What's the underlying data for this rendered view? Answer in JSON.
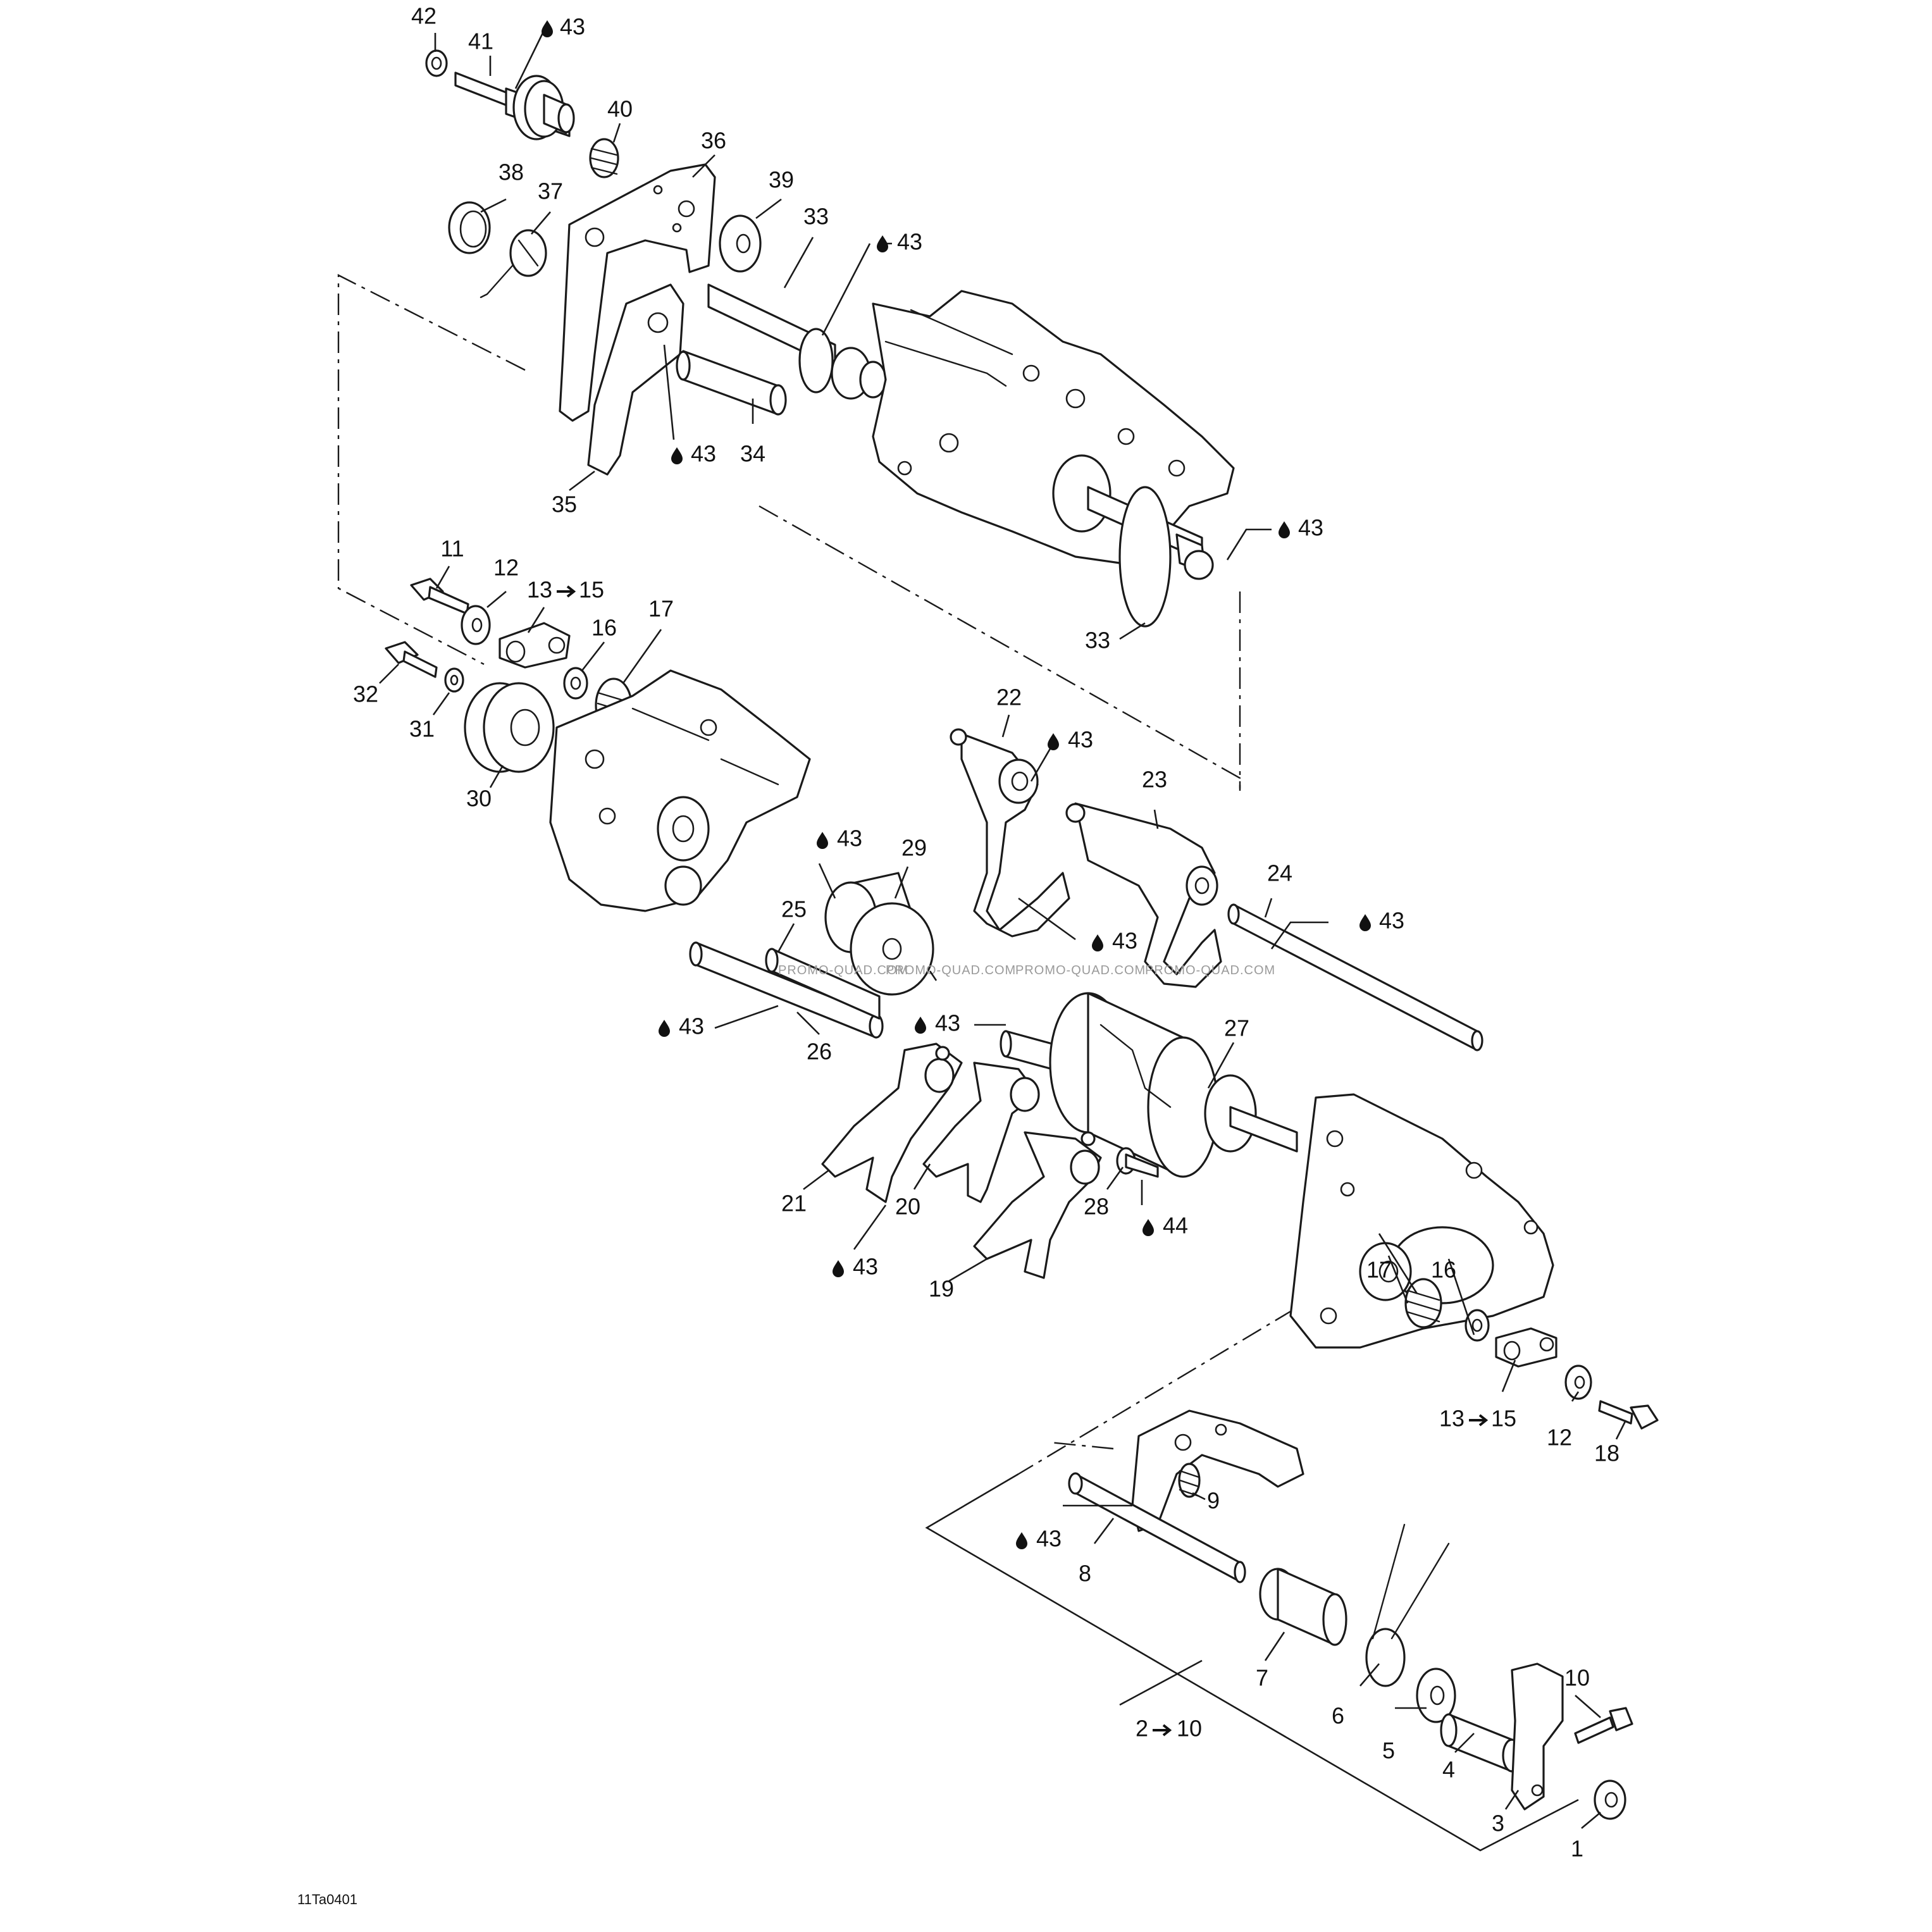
{
  "figure_ref": "11Ta0401",
  "watermark": "PROMO-QUAD.COM",
  "lubricant_icon": "oil-drop-icon",
  "callouts": [
    {
      "id": "c42",
      "text": "42"
    },
    {
      "id": "c41",
      "text": "41"
    },
    {
      "id": "c43a",
      "text": "43",
      "oil": true
    },
    {
      "id": "c40",
      "text": "40"
    },
    {
      "id": "c36",
      "text": "36"
    },
    {
      "id": "c38",
      "text": "38"
    },
    {
      "id": "c37",
      "text": "37"
    },
    {
      "id": "c39",
      "text": "39"
    },
    {
      "id": "c33a",
      "text": "33"
    },
    {
      "id": "c43b",
      "text": "43",
      "oil": true
    },
    {
      "id": "c43c",
      "text": "43",
      "oil": true
    },
    {
      "id": "c34",
      "text": "34"
    },
    {
      "id": "c35",
      "text": "35"
    },
    {
      "id": "c43d",
      "text": "43",
      "oil": true
    },
    {
      "id": "c33b",
      "text": "33"
    },
    {
      "id": "c11",
      "text": "11"
    },
    {
      "id": "c12a",
      "text": "12"
    },
    {
      "id": "c1315a",
      "text": "13",
      "arrow_to": "15"
    },
    {
      "id": "c16a",
      "text": "16"
    },
    {
      "id": "c17a",
      "text": "17"
    },
    {
      "id": "c32",
      "text": "32"
    },
    {
      "id": "c31",
      "text": "31"
    },
    {
      "id": "c30",
      "text": "30"
    },
    {
      "id": "c22",
      "text": "22"
    },
    {
      "id": "c43e",
      "text": "43",
      "oil": true
    },
    {
      "id": "c23",
      "text": "23"
    },
    {
      "id": "c43f",
      "text": "43",
      "oil": true
    },
    {
      "id": "c29",
      "text": "29"
    },
    {
      "id": "c43g",
      "text": "43",
      "oil": true
    },
    {
      "id": "c24",
      "text": "24"
    },
    {
      "id": "c43h",
      "text": "43",
      "oil": true
    },
    {
      "id": "c25",
      "text": "25"
    },
    {
      "id": "c43i",
      "text": "43",
      "oil": true
    },
    {
      "id": "c43j",
      "text": "43",
      "oil": true
    },
    {
      "id": "c26",
      "text": "26"
    },
    {
      "id": "c27",
      "text": "27"
    },
    {
      "id": "c21",
      "text": "21"
    },
    {
      "id": "c20",
      "text": "20"
    },
    {
      "id": "c28",
      "text": "28"
    },
    {
      "id": "c44",
      "text": "44",
      "oil": true
    },
    {
      "id": "c43k",
      "text": "43",
      "oil": true
    },
    {
      "id": "c19",
      "text": "19"
    },
    {
      "id": "c17b",
      "text": "17"
    },
    {
      "id": "c16b",
      "text": "16"
    },
    {
      "id": "c1315b",
      "text": "13",
      "arrow_to": "15"
    },
    {
      "id": "c12b",
      "text": "12"
    },
    {
      "id": "c18",
      "text": "18"
    },
    {
      "id": "c9",
      "text": "9"
    },
    {
      "id": "c43l",
      "text": "43",
      "oil": true
    },
    {
      "id": "c8",
      "text": "8"
    },
    {
      "id": "c7",
      "text": "7"
    },
    {
      "id": "c6",
      "text": "6"
    },
    {
      "id": "c10",
      "text": "10"
    },
    {
      "id": "c210",
      "text": "2",
      "arrow_to": "10"
    },
    {
      "id": "c5",
      "text": "5"
    },
    {
      "id": "c4",
      "text": "4"
    },
    {
      "id": "c3",
      "text": "3"
    },
    {
      "id": "c1",
      "text": "1"
    }
  ]
}
